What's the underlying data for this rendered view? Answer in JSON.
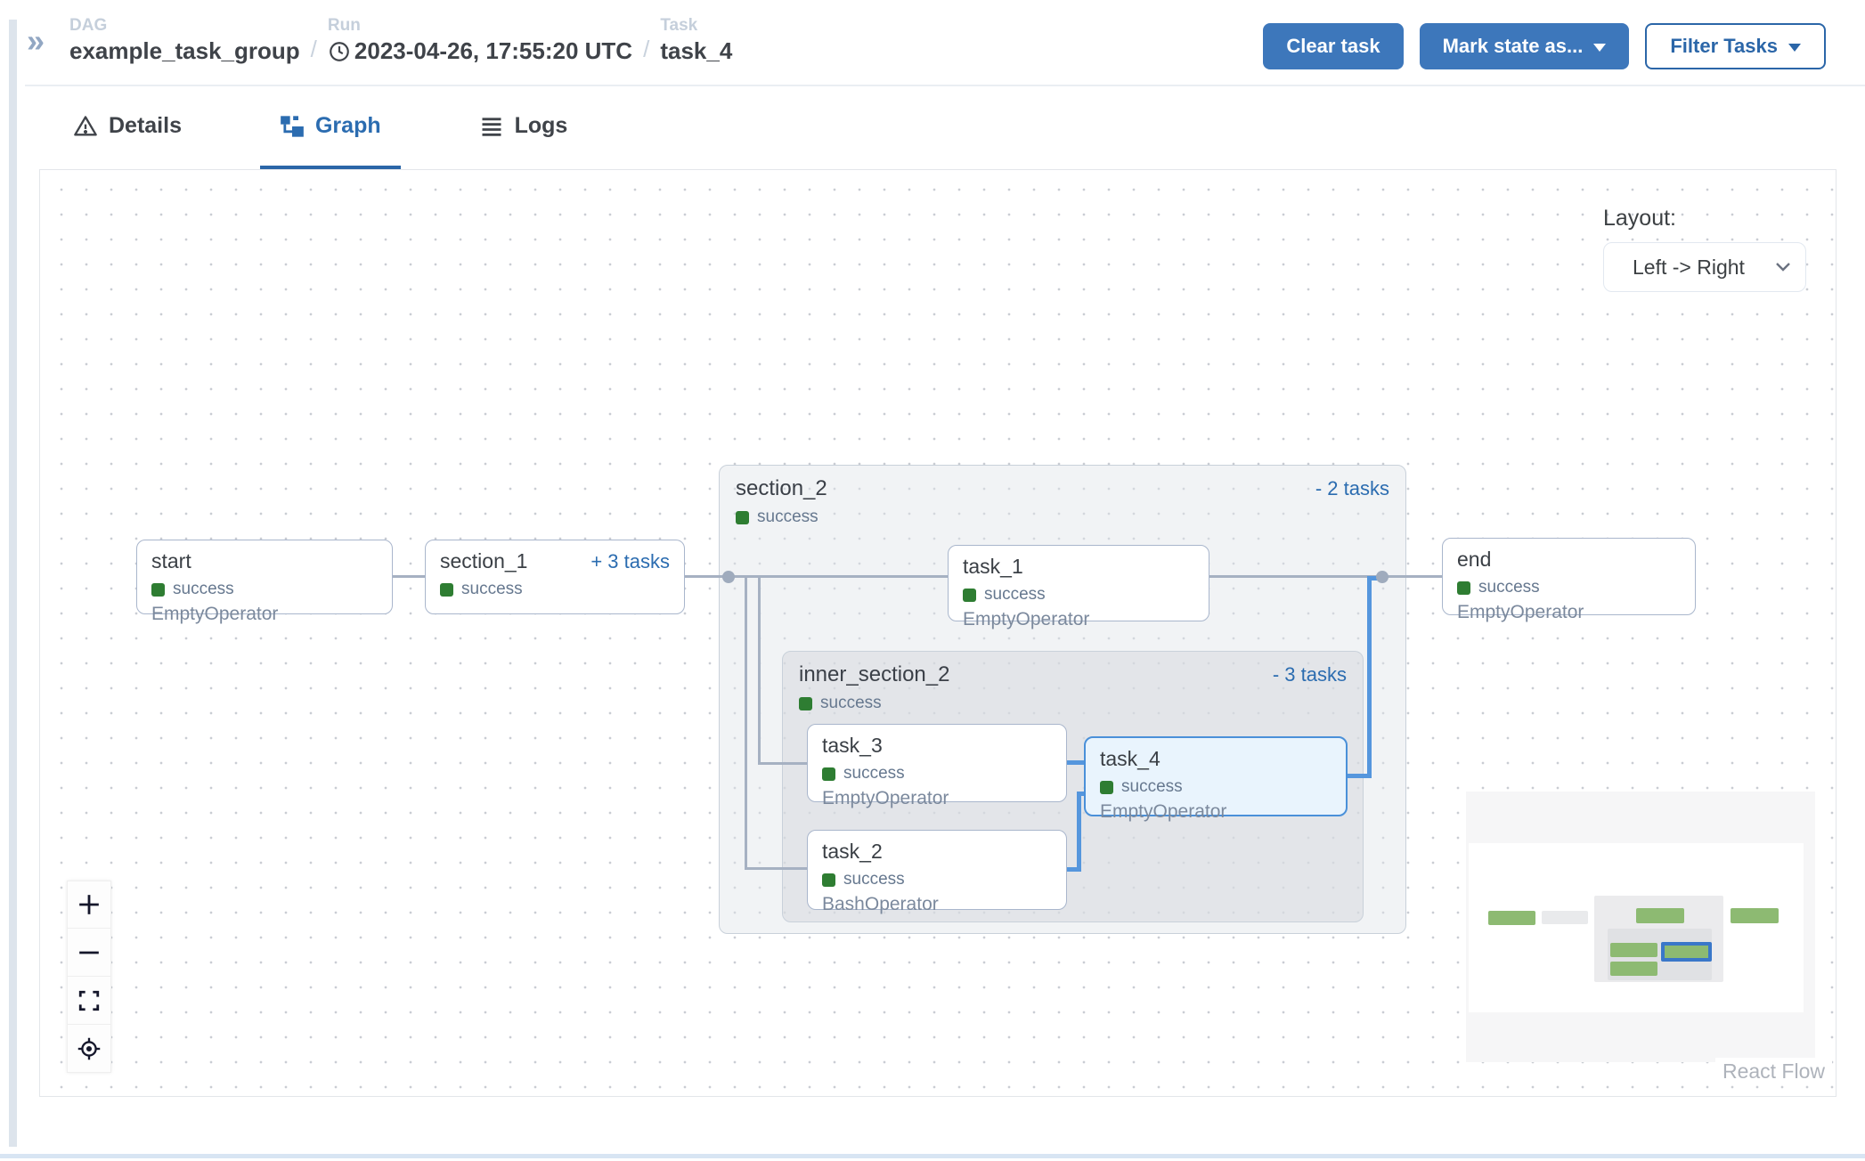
{
  "colors": {
    "accent_blue": "#3d77bb",
    "link_blue": "#2b6cb0",
    "success_green": "#2e7d32",
    "edge_gray": "#a6b1c2",
    "edge_blue": "#5596dd",
    "selected_node_bg": "#e9f4fd",
    "selected_node_border": "#4a90d9",
    "minimap_node_green": "#8dba72"
  },
  "header": {
    "breadcrumb": {
      "separator": "/",
      "dag": {
        "label": "DAG",
        "value": "example_task_group"
      },
      "run": {
        "label": "Run",
        "value": "2023-04-26, 17:55:20 UTC",
        "icon": "clock-icon"
      },
      "task": {
        "label": "Task",
        "value": "task_4"
      }
    },
    "buttons": {
      "clear_task": "Clear task",
      "mark_state_as": "Mark state as...",
      "filter_tasks": "Filter Tasks"
    }
  },
  "tabs": {
    "details": "Details",
    "graph": "Graph",
    "logs": "Logs",
    "active": "Graph"
  },
  "graph": {
    "layout_label": "Layout:",
    "layout_value": "Left -> Right",
    "attribution": "React Flow",
    "groups": {
      "section_2": {
        "title": "section_2",
        "status": "success",
        "toggle": "- 2 tasks"
      },
      "inner_section_2": {
        "title": "inner_section_2",
        "status": "success",
        "toggle": "- 3 tasks"
      }
    },
    "nodes": {
      "start": {
        "title": "start",
        "status": "success",
        "operator": "EmptyOperator"
      },
      "section_1": {
        "title": "section_1",
        "status": "success",
        "toggle": "+ 3 tasks"
      },
      "task_1": {
        "title": "task_1",
        "status": "success",
        "operator": "EmptyOperator"
      },
      "task_3": {
        "title": "task_3",
        "status": "success",
        "operator": "EmptyOperator"
      },
      "task_4": {
        "title": "task_4",
        "status": "success",
        "operator": "EmptyOperator",
        "selected": true
      },
      "task_2": {
        "title": "task_2",
        "status": "success",
        "operator": "BashOperator"
      },
      "end": {
        "title": "end",
        "status": "success",
        "operator": "EmptyOperator"
      }
    },
    "controls": [
      "zoom-in",
      "zoom-out",
      "fit-view",
      "focus-selected"
    ]
  }
}
